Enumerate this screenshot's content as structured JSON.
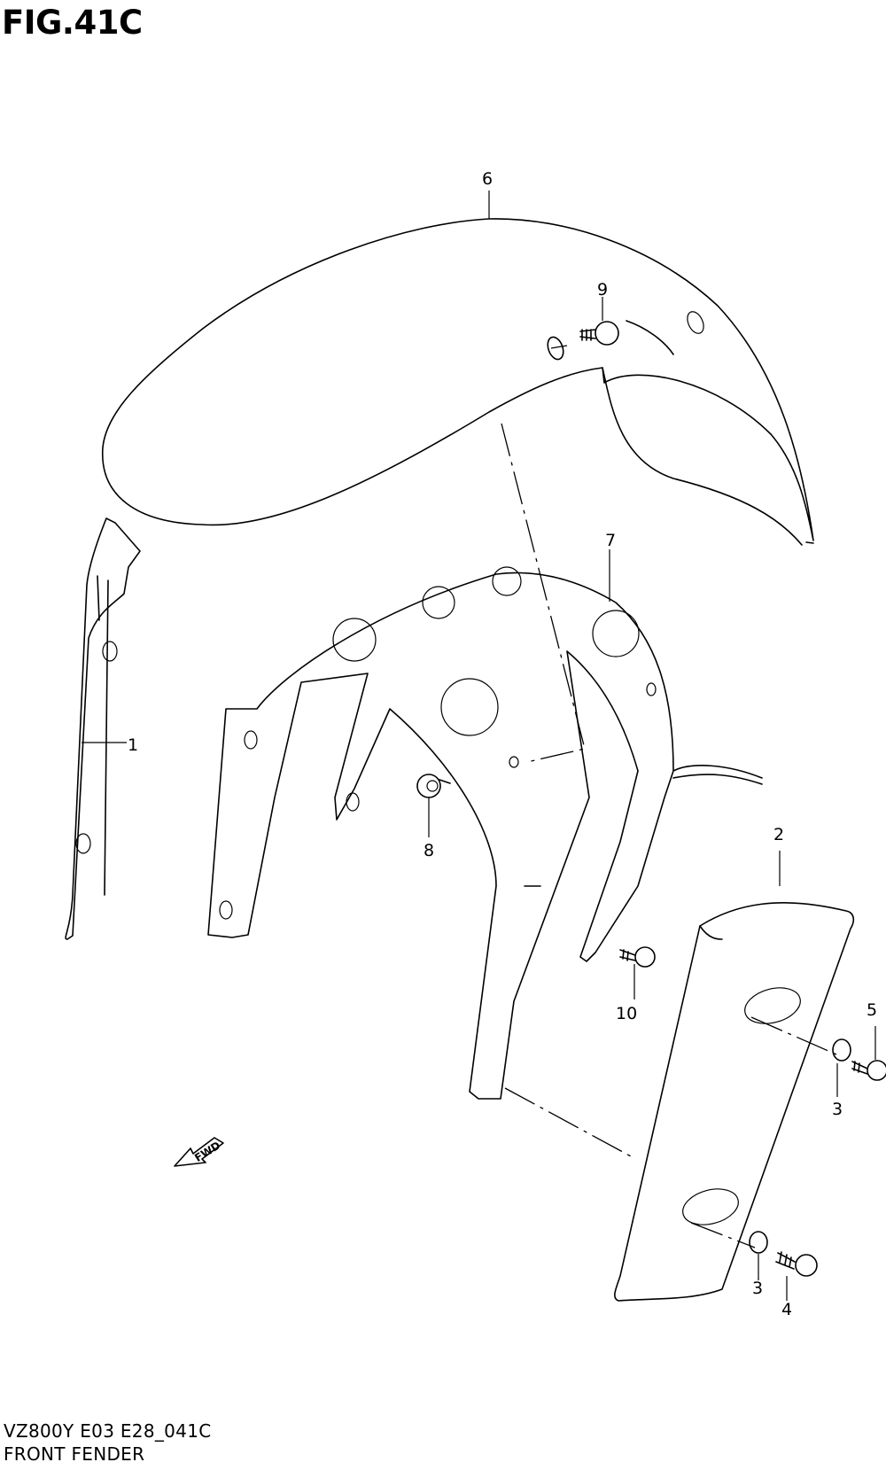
{
  "figure": {
    "title": "FIG.41C",
    "code": "VZ800Y E03 E28_041C",
    "name": "FRONT FENDER",
    "fwd_label": "FWD"
  },
  "callouts": {
    "p1": "1",
    "p2": "2",
    "p3a": "3",
    "p3b": "3",
    "p4": "4",
    "p5": "5",
    "p6": "6",
    "p7": "7",
    "p8": "8",
    "p9": "9",
    "p10": "10"
  }
}
